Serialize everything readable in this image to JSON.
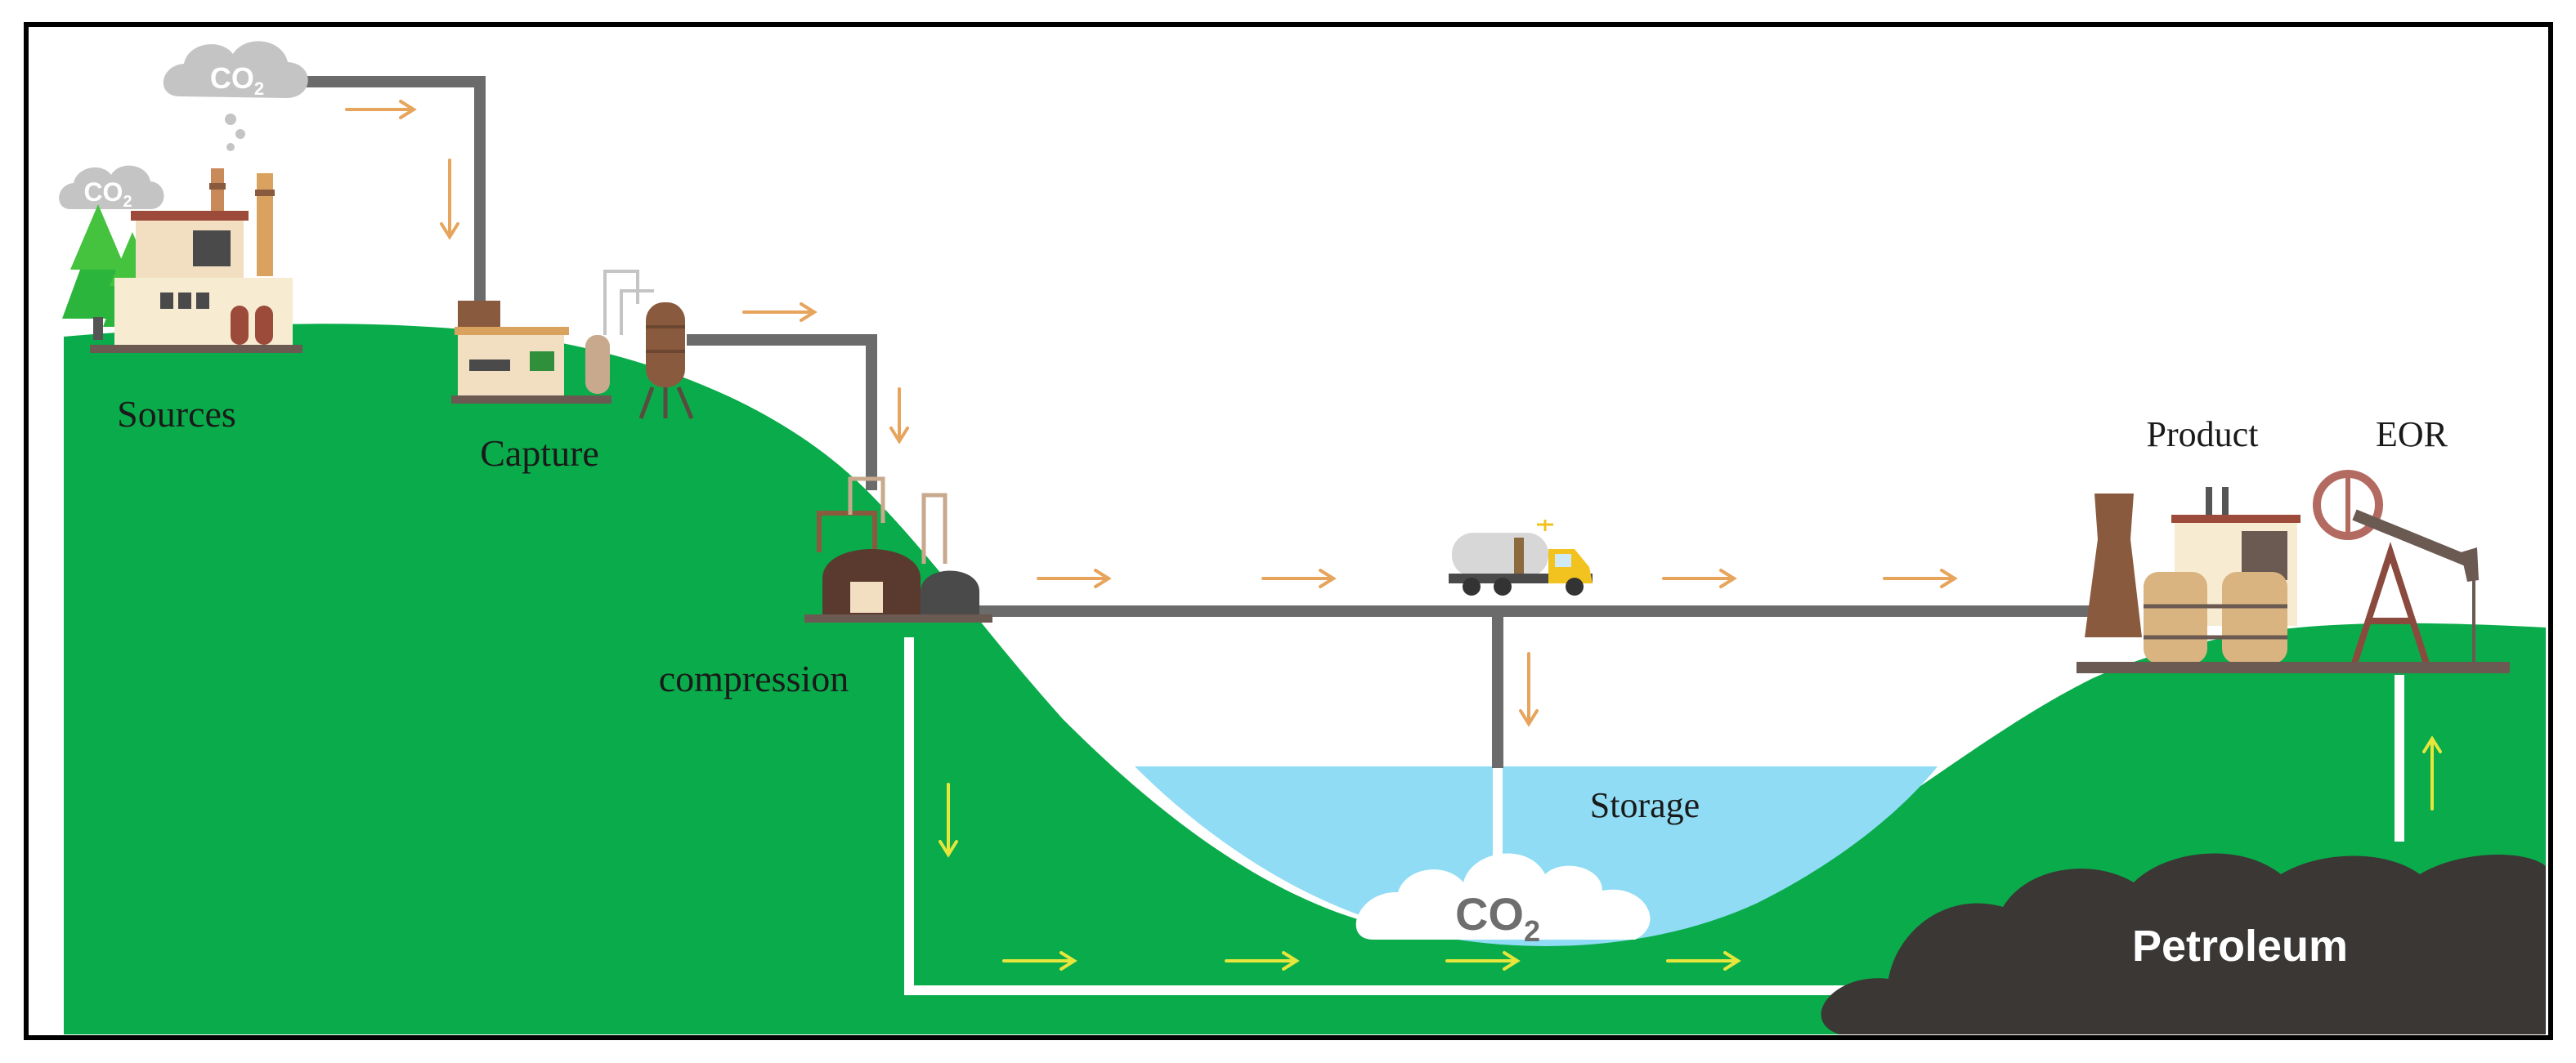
{
  "labels": {
    "sources": "Sources",
    "capture": "Capture",
    "compression": "compression",
    "product": "Product",
    "eor": "EOR",
    "storage": "Storage",
    "petroleum": "Petroleum"
  },
  "co2": {
    "formula_base": "CO",
    "formula_sub": "2"
  },
  "colors": {
    "ground": "#0aab4a",
    "water": "#8fdcf4",
    "pipe": "#6b6b6b",
    "petroleum": "#3a3735",
    "orange_arrow": "#e6a45c",
    "yellow_arrow": "#e6e63c",
    "frame": "#000000"
  },
  "icons": [
    "co2-cloud-icon",
    "factory-icon",
    "tree-icon",
    "capture-plant-icon",
    "compressor-icon",
    "tanker-truck-icon",
    "refinery-icon",
    "pumpjack-icon"
  ]
}
